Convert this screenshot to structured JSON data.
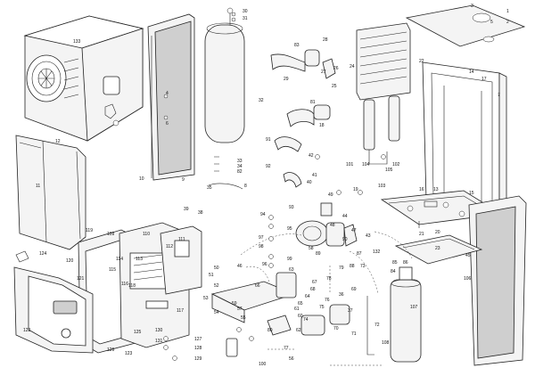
{
  "callouts": [
    "1",
    "2",
    "3",
    "4",
    "5",
    "6",
    "7",
    "8",
    "9",
    "10",
    "11",
    "12",
    "13",
    "14",
    "15",
    "16",
    "17",
    "18",
    "19",
    "20",
    "21",
    "22",
    "23",
    "24",
    "25",
    "26",
    "27",
    "28",
    "29",
    "30",
    "31",
    "32",
    "33",
    "34",
    "35",
    "36",
    "37",
    "38",
    "39",
    "40",
    "41",
    "42",
    "43",
    "44",
    "45",
    "46",
    "47",
    "48",
    "49",
    "50",
    "51",
    "52",
    "53",
    "54",
    "55",
    "56",
    "57",
    "58",
    "59",
    "60",
    "61",
    "62",
    "63",
    "64",
    "65",
    "66",
    "67",
    "68",
    "69",
    "70",
    "71",
    "72",
    "73",
    "74",
    "75",
    "76",
    "77",
    "78",
    "79",
    "80",
    "81",
    "82",
    "83",
    "84",
    "85",
    "86",
    "87",
    "88",
    "89",
    "90",
    "91",
    "92",
    "93",
    "94",
    "95",
    "96",
    "97",
    "98",
    "99",
    "100",
    "101",
    "102",
    "103",
    "104",
    "105",
    "106",
    "107",
    "108",
    "109",
    "110",
    "111",
    "112",
    "113",
    "114",
    "115",
    "116",
    "117",
    "118",
    "119",
    "120",
    "121",
    "122",
    "123",
    "124",
    "125",
    "126",
    "127",
    "128",
    "129",
    "130",
    "131",
    "132",
    "133"
  ]
}
